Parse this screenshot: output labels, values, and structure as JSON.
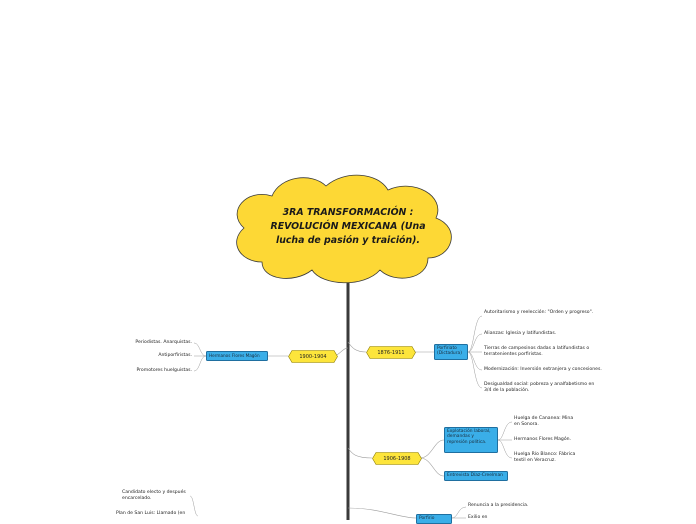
{
  "central": {
    "title": "3RA TRANSFORMACIÓN : REVOLUCIÓN   MEXICANA (Una lucha de pasión y traición).",
    "color": "#fdd835"
  },
  "colors": {
    "trunk": "#3a3a3a",
    "year_fill": "#fde53b",
    "box_fill": "#3aaee8",
    "line": "#9a9a9a"
  },
  "left": {
    "year": "1900-1904",
    "topic": "Hermanos Flores Magón",
    "notes": [
      "Periodistas. Anarquistas.",
      "Antiporfiristas.",
      "Promotores huelguistas."
    ]
  },
  "right_1": {
    "year": "1876-1911",
    "topic": "Porfiriato (Dictadura)",
    "notes": [
      "Autoritarismo y reelección: \"Orden y progreso\".",
      "Alianzas: Iglesia y latifundistas.",
      "Tierras de campesinos dadas a latifundistas o terratenientes porfiristas.",
      "Modernización: Inversión extranjera y concesiones.",
      "Desigualdad social: pobreza y analfabetismo en 3/4 de la población."
    ]
  },
  "right_2": {
    "year": "1906-1908",
    "topics": [
      "Explotación laboral, demandas y represión política.",
      "Entrevista Díaz-Creelman"
    ],
    "notes": [
      "Huelga de Cananea: Mina en Sonora.",
      "Hermanos Flores Magón.",
      "Huelga Río Blanco: Fábrica textil en Veracruz."
    ]
  },
  "bottom_left_notes": [
    "Candidato electo y después encarcelado.",
    "Plan de San Luis: Llamado (en"
  ],
  "bottom_right": {
    "topic": "Porfirio",
    "notes": [
      "Renuncia a la presidencia.",
      "Exilio en"
    ]
  }
}
